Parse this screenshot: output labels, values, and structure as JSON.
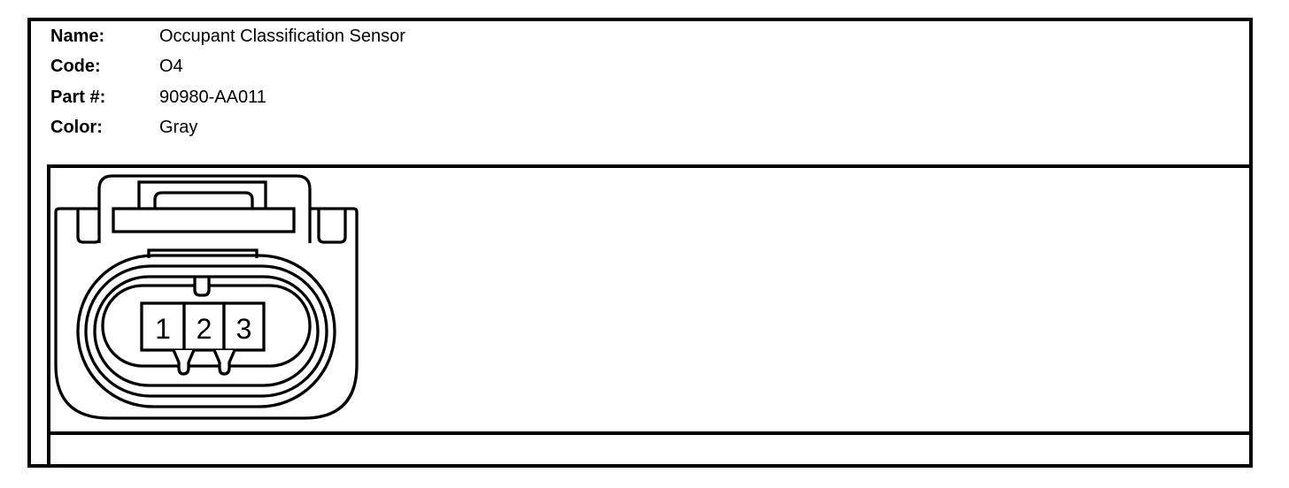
{
  "info": {
    "rows": [
      {
        "label": "Name:",
        "value": "Occupant Classification Sensor"
      },
      {
        "label": "Code:",
        "value": "O4"
      },
      {
        "label": "Part #:",
        "value": "90980-AA011"
      },
      {
        "label": "Color:",
        "value": "Gray"
      }
    ]
  },
  "connector": {
    "kind": "3-pin-connector-face-view",
    "pins": [
      "1",
      "2",
      "3"
    ]
  },
  "colors": {
    "line": "#000000",
    "background": "#ffffff"
  }
}
